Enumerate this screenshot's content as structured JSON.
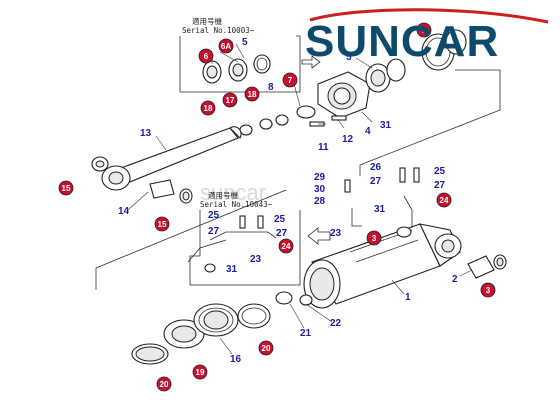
{
  "logo": {
    "text": "SUNCAR",
    "color": "#0c4a6e",
    "accent": "#cc1f1f"
  },
  "watermark": "suncar",
  "serial_boxes": [
    {
      "line1": "適用号機",
      "line2": "Serial No.10003~"
    },
    {
      "line1": "適用号機",
      "line2": "Serial No.10043~"
    }
  ],
  "callout_colors": {
    "blue_label": "#1a1aa8",
    "red_circle": "#c8102e"
  },
  "blue_labels": [
    {
      "id": "b1",
      "text": "1"
    },
    {
      "id": "b2",
      "text": "2"
    },
    {
      "id": "b4",
      "text": "4"
    },
    {
      "id": "b5a",
      "text": "5"
    },
    {
      "id": "b5b",
      "text": "5"
    },
    {
      "id": "b8",
      "text": "8"
    },
    {
      "id": "b11",
      "text": "11"
    },
    {
      "id": "b12",
      "text": "12"
    },
    {
      "id": "b13",
      "text": "13"
    },
    {
      "id": "b14",
      "text": "14"
    },
    {
      "id": "b16",
      "text": "16"
    },
    {
      "id": "b21",
      "text": "21"
    },
    {
      "id": "b22",
      "text": "22"
    },
    {
      "id": "b23a",
      "text": "23"
    },
    {
      "id": "b23b",
      "text": "23"
    },
    {
      "id": "b25a",
      "text": "25"
    },
    {
      "id": "b25b",
      "text": "25"
    },
    {
      "id": "b25c",
      "text": "25"
    },
    {
      "id": "b26",
      "text": "26"
    },
    {
      "id": "b27a",
      "text": "27"
    },
    {
      "id": "b27b",
      "text": "27"
    },
    {
      "id": "b27c",
      "text": "27"
    },
    {
      "id": "b27d",
      "text": "27"
    },
    {
      "id": "b28",
      "text": "28"
    },
    {
      "id": "b29",
      "text": "29"
    },
    {
      "id": "b30",
      "text": "30"
    },
    {
      "id": "b31a",
      "text": "31"
    },
    {
      "id": "b31b",
      "text": "31"
    },
    {
      "id": "b31c",
      "text": "31"
    }
  ],
  "red_labels": [
    {
      "id": "r3a",
      "text": "3"
    },
    {
      "id": "r3b",
      "text": "3"
    },
    {
      "id": "r6",
      "text": "6"
    },
    {
      "id": "r6a",
      "text": "6A"
    },
    {
      "id": "r7",
      "text": "7"
    },
    {
      "id": "r9",
      "text": "9"
    },
    {
      "id": "r15a",
      "text": "15"
    },
    {
      "id": "r15b",
      "text": "15"
    },
    {
      "id": "r17",
      "text": "17"
    },
    {
      "id": "r18a",
      "text": "18"
    },
    {
      "id": "r18b",
      "text": "18"
    },
    {
      "id": "r19",
      "text": "19"
    },
    {
      "id": "r20a",
      "text": "20"
    },
    {
      "id": "r20b",
      "text": "20"
    },
    {
      "id": "r24a",
      "text": "24"
    },
    {
      "id": "r24b",
      "text": "24"
    }
  ]
}
